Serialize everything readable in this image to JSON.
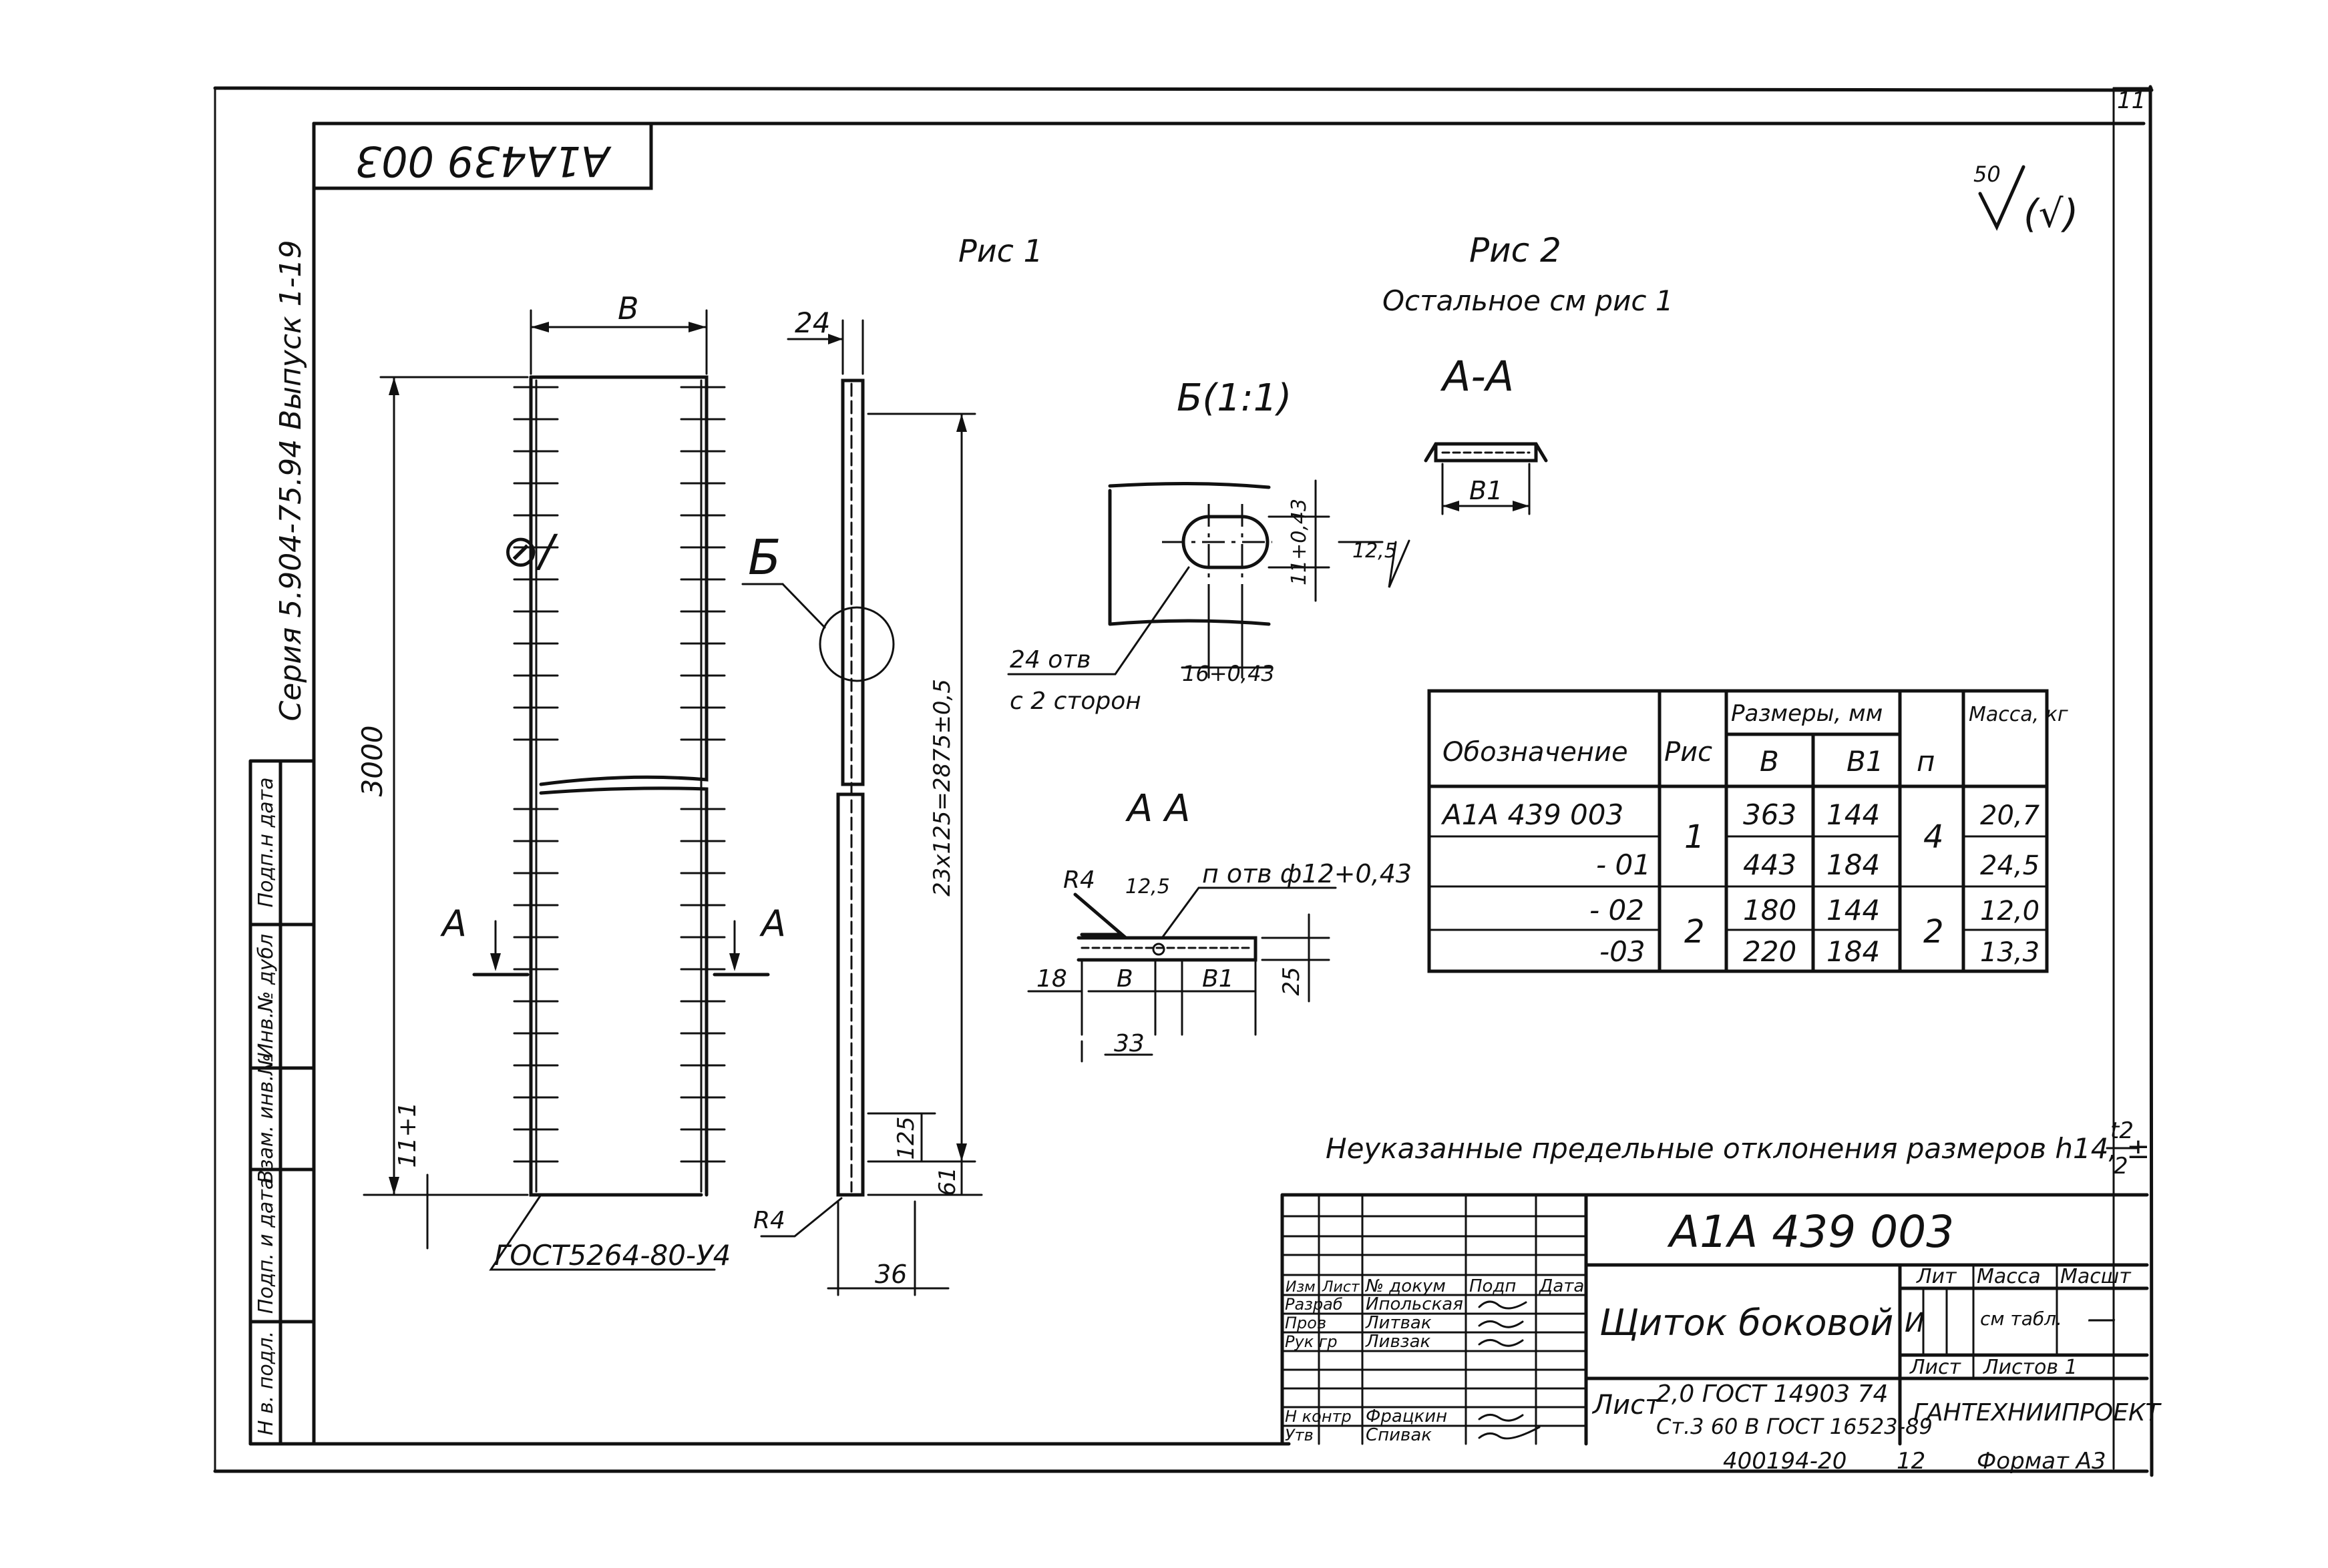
{
  "header": {
    "doc_number_rotated": "А1А439 003",
    "sheet_number": "11",
    "series_label": "Серия 5.904-75.94 Выпуск 1-19",
    "roughness_value": "50",
    "roughness_suffix": "(√)"
  },
  "side_stamp": {
    "cells": [
      "Подп.н дата",
      "Инв.№ дубл",
      "Взам. инв.№",
      "Подп. и дата",
      "Н в. подл."
    ]
  },
  "figures": {
    "fig1": "Рис 1",
    "fig2": "Рис 2",
    "fig2_note": "Остальное см рис 1",
    "view_b": "Б(1:1)",
    "view_b_letter": "Б",
    "section_aa_top": "А-А",
    "section_aa_bottom": "А А",
    "section_mark_left": "А",
    "section_mark_right": "А",
    "weld_symbol": "⊘/"
  },
  "dims": {
    "width_b": "В",
    "height_3000": "3000",
    "thickness_24": "24",
    "length_2675": "23х125=2875±0,5",
    "dim_11": "11+1",
    "dim_125": "125",
    "dim_61": "61",
    "dim_36": "36",
    "r4_main": "R4",
    "slot_w": "16+0,43",
    "slot_h": "11+0,43",
    "slot_rough": "12,5",
    "holes_note_1": "24 отв",
    "holes_note_2": "с 2 сторон",
    "b1_top": "В1",
    "holes_bottom": "п отв ф12+0,43",
    "r4_sec": "R4",
    "rough_sec": "12,5",
    "d18": "18",
    "db": "В",
    "db1": "В1",
    "d25": "25",
    "d33": "33",
    "gost_material": "ГОСТ5264-80-У4"
  },
  "table": {
    "h_designation": "Обозначение",
    "h_fig": "Рис",
    "h_sizes": "Размеры, мм",
    "h_b": "В",
    "h_b1": "В1",
    "h_n": "п",
    "h_mass": "Масса, кг",
    "rows": [
      {
        "designation": "А1А 439 003",
        "b": "363",
        "b1": "144",
        "mass": "20,7"
      },
      {
        "designation": "- 01",
        "b": "443",
        "b1": "184",
        "mass": "24,5"
      },
      {
        "designation": "- 02",
        "b": "180",
        "b1": "144",
        "mass": "12,0"
      },
      {
        "designation": "-03",
        "b": "220",
        "b1": "184",
        "mass": "13,3"
      }
    ],
    "fig_1": "1",
    "fig_2": "2",
    "n_1": "4",
    "n_2": "2"
  },
  "tolerance_note": "Неуказанные предельные отклонения размеров h14, ±",
  "tolerance_frac_top": "t2",
  "tolerance_frac_bottom": "2",
  "title_block": {
    "designation": "А1А 439 003",
    "name": "Щиток боковой",
    "material_label": "Лист",
    "material_line1": "2,0 ГОСТ 14903 74",
    "material_line2": "Ст.3 60 В ГОСТ 16523-89",
    "lit_label": "Лит",
    "mass_label": "Масса",
    "scale_label": "Масшт",
    "lit_value": "И",
    "mass_value": "см табл.",
    "scale_value": "—",
    "sheet_label": "Лист",
    "sheets_label": "Листов 1",
    "org": "ГАНТЕХНИИПРОЕКТ",
    "col_headers": [
      "Изм",
      "Лист",
      "№ докум",
      "Подп",
      "Дата"
    ],
    "roles": [
      {
        "role": "Разраб",
        "name": "Ипольская"
      },
      {
        "role": "Пров",
        "name": "Литвак"
      },
      {
        "role": "Рук гр",
        "name": "Ливзак"
      },
      {
        "role": "",
        "name": ""
      },
      {
        "role": "Н контр",
        "name": "Фрацкин"
      },
      {
        "role": "Утв",
        "name": "Спивак"
      }
    ],
    "bottom_code": "400194-20",
    "bottom_num": "12",
    "format": "Формат А3"
  }
}
